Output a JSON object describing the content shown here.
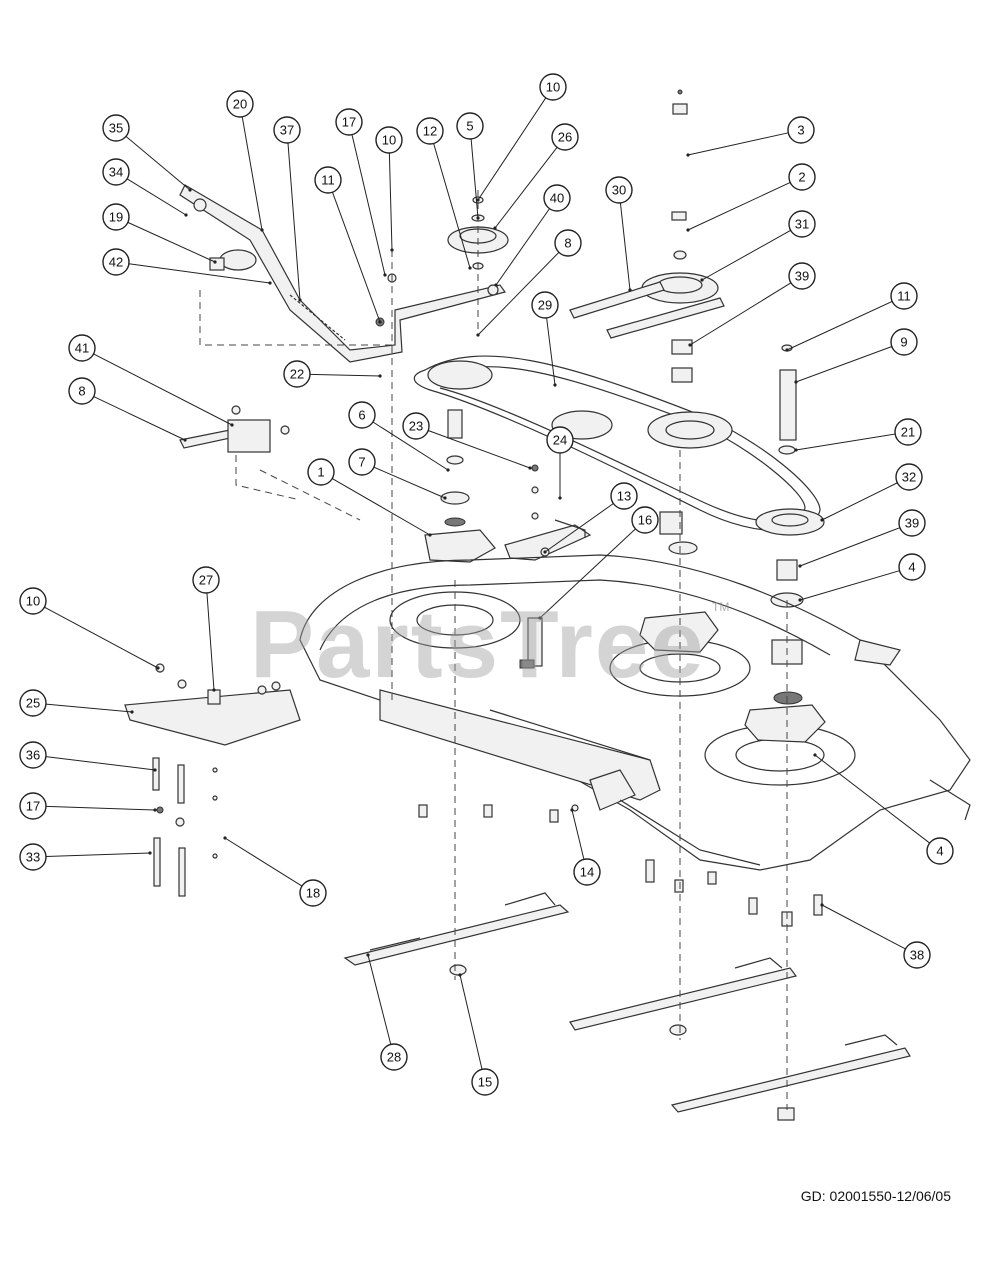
{
  "watermark": {
    "text": "PartsTree",
    "tm": "TM"
  },
  "diagram_code": "GD: 02001550-12/06/05",
  "callouts": [
    {
      "label": "10"
    },
    {
      "label": "3"
    },
    {
      "label": "35"
    },
    {
      "label": "20"
    },
    {
      "label": "37"
    },
    {
      "label": "17"
    },
    {
      "label": "10"
    },
    {
      "label": "12"
    },
    {
      "label": "5"
    },
    {
      "label": "26"
    },
    {
      "label": "34"
    },
    {
      "label": "11"
    },
    {
      "label": "30"
    },
    {
      "label": "2"
    },
    {
      "label": "40"
    },
    {
      "label": "19"
    },
    {
      "label": "31"
    },
    {
      "label": "42"
    },
    {
      "label": "8"
    },
    {
      "label": "39"
    },
    {
      "label": "29"
    },
    {
      "label": "11"
    },
    {
      "label": "41"
    },
    {
      "label": "9"
    },
    {
      "label": "22"
    },
    {
      "label": "8"
    },
    {
      "label": "6"
    },
    {
      "label": "23"
    },
    {
      "label": "21"
    },
    {
      "label": "24"
    },
    {
      "label": "7"
    },
    {
      "label": "32"
    },
    {
      "label": "1"
    },
    {
      "label": "13"
    },
    {
      "label": "16"
    },
    {
      "label": "39"
    },
    {
      "label": "27"
    },
    {
      "label": "4"
    },
    {
      "label": "10"
    },
    {
      "label": "25"
    },
    {
      "label": "36"
    },
    {
      "label": "17"
    },
    {
      "label": "4"
    },
    {
      "label": "14"
    },
    {
      "label": "33"
    },
    {
      "label": "18"
    },
    {
      "label": "38"
    },
    {
      "label": "28"
    },
    {
      "label": "15"
    }
  ]
}
